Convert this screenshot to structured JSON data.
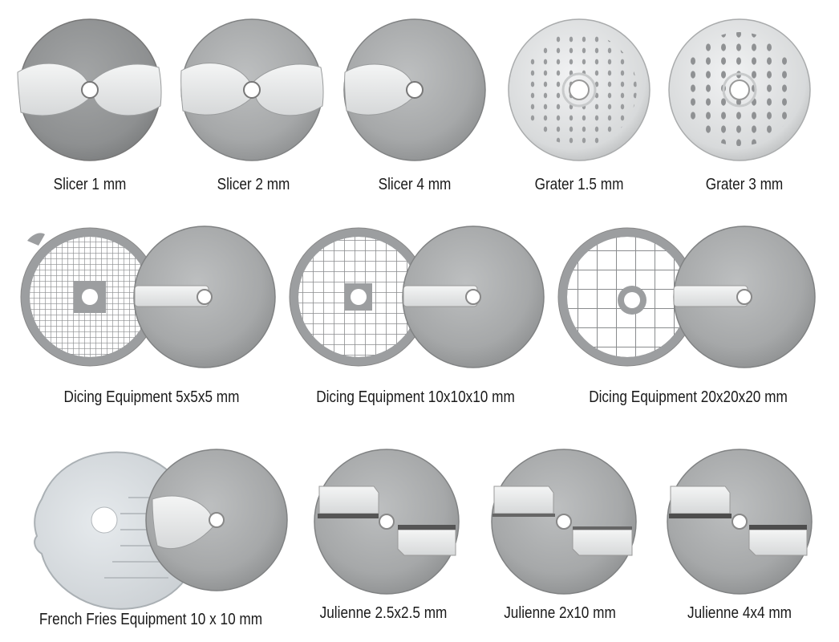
{
  "captions": {
    "slicer_1": "Slicer 1 mm",
    "slicer_2": "Slicer 2 mm",
    "slicer_4": "Slicer 4 mm",
    "grater_15": "Grater 1.5 mm",
    "grater_3": "Grater 3 mm",
    "dicing_5": "Dicing Equipment 5x5x5 mm",
    "dicing_10": "Dicing Equipment 10x10x10 mm",
    "dicing_20": "Dicing Equipment 20x20x20 mm",
    "fries_10": "French Fries Equipment 10 x 10  mm",
    "julienne_25": "Julienne 2.5x2.5 mm",
    "julienne_2x10": "Julienne 2x10 mm",
    "julienne_4": "Julienne 4x4 mm"
  },
  "colors": {
    "disc_metal": "#a9abac",
    "disc_dark": "#8f9091",
    "blade": "#e7e8e8",
    "grater": "#dcdedf",
    "text": "#1a1a1a"
  }
}
